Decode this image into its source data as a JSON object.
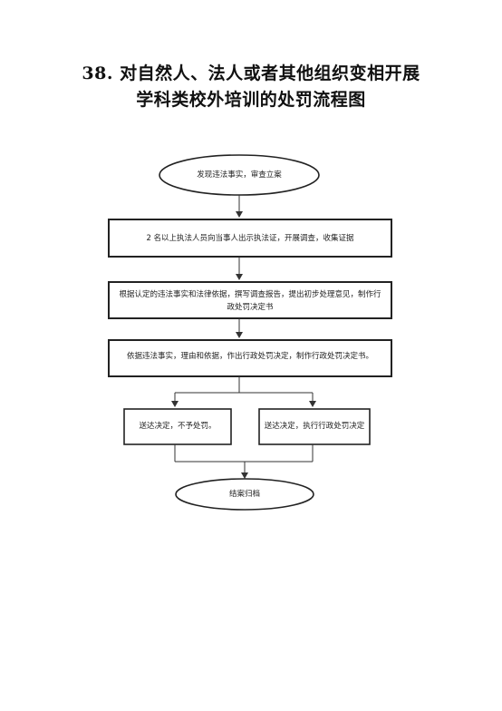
{
  "title": {
    "line1": "38. 对自然人、法人或者其他组织变相开展",
    "line2": "学科类校外培训的处罚流程图"
  },
  "flow": {
    "start": "发现违法事实，审查立案",
    "step1": "2 名以上执法人员向当事人出示执法证，开展调查，收集证据",
    "step2_line1": "根据认定的违法事实和法律依据，撰写调查报告，提出初步处理意见，制作行",
    "step2_line2": "政处罚决定书",
    "step3": "依据违法事实，理由和依据，作出行政处罚决定，制作行政处罚决定书。",
    "branch_left": "送达决定，不予处罚。",
    "branch_right": "送达决定，执行行政处罚决定",
    "end": "结案归档"
  }
}
